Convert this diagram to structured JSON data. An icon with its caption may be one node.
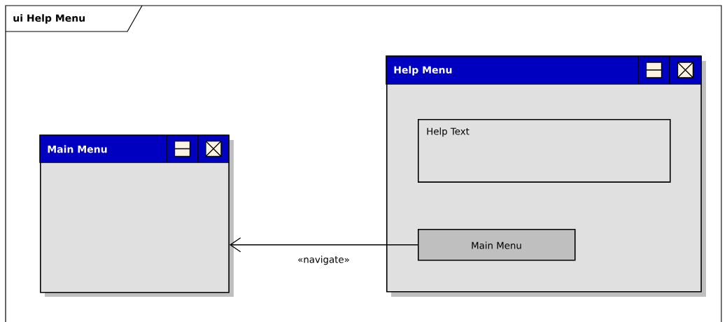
{
  "diagram": {
    "title": "ui Help Menu",
    "nodes": [
      {
        "text": [
          "Main Menu"
        ]
      },
      {
        "text": [
          "Help Menu"
        ]
      },
      {
        "text": [
          "Help Text"
        ],
        "in": 1
      },
      {
        "text": [
          "Main Menu"
        ],
        "in": 1
      }
    ],
    "edges": [
      {
        "from": 3,
        "to": 0,
        "arrow": "to",
        "label": "«navigate»"
      }
    ]
  }
}
